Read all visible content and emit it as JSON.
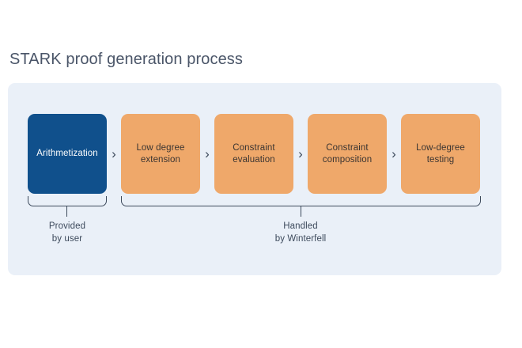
{
  "page": {
    "title": "STARK proof generation process",
    "background_color": "#ffffff"
  },
  "panel": {
    "background_color": "#eaf0f8"
  },
  "colors": {
    "primary_box": "#10508c",
    "primary_box_text": "#ffffff",
    "secondary_box": "#efa86a",
    "secondary_box_text": "#3a3431",
    "panel_background": "#eaf0f8",
    "title_text": "#4a5568",
    "bracket": "#3d4a5c",
    "caption_text": "#3d4a5c",
    "chevron": "#3d4a5c"
  },
  "flow": {
    "stages": [
      {
        "label": "Arithmetization",
        "variant": "primary"
      },
      {
        "label": "Low degree extension",
        "variant": "secondary"
      },
      {
        "label": "Constraint evaluation",
        "variant": "secondary"
      },
      {
        "label": "Constraint composition",
        "variant": "secondary"
      },
      {
        "label": "Low-degree testing",
        "variant": "secondary"
      }
    ],
    "connectors": [
      {
        "glyph": "›"
      },
      {
        "glyph": "›"
      },
      {
        "glyph": "›"
      },
      {
        "glyph": "›"
      }
    ],
    "groups": [
      {
        "id": "provided-by-user",
        "caption_line_1": "Provided",
        "caption_line_2": "by user",
        "covers_stages": [
          0
        ]
      },
      {
        "id": "handled-by-winterfell",
        "caption_line_1": "Handled",
        "caption_line_2": "by Winterfell",
        "covers_stages": [
          1,
          2,
          3,
          4
        ]
      }
    ]
  }
}
